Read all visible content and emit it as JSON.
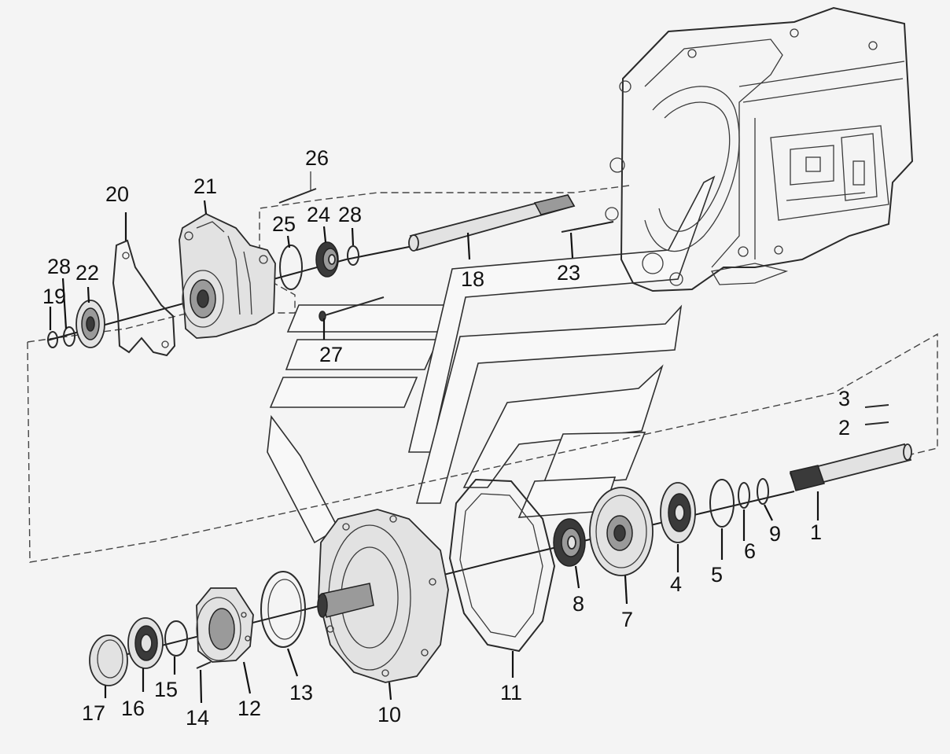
{
  "diagram": {
    "callouts": [
      {
        "id": "1",
        "label": "1"
      },
      {
        "id": "2",
        "label": "2"
      },
      {
        "id": "3",
        "label": "3"
      },
      {
        "id": "4",
        "label": "4"
      },
      {
        "id": "5",
        "label": "5"
      },
      {
        "id": "6",
        "label": "6"
      },
      {
        "id": "7",
        "label": "7"
      },
      {
        "id": "8",
        "label": "8"
      },
      {
        "id": "9",
        "label": "9"
      },
      {
        "id": "10",
        "label": "10"
      },
      {
        "id": "11",
        "label": "11"
      },
      {
        "id": "12",
        "label": "12"
      },
      {
        "id": "13",
        "label": "13"
      },
      {
        "id": "14",
        "label": "14"
      },
      {
        "id": "15",
        "label": "15"
      },
      {
        "id": "16",
        "label": "16"
      },
      {
        "id": "17",
        "label": "17"
      },
      {
        "id": "18",
        "label": "18"
      },
      {
        "id": "19",
        "label": "19"
      },
      {
        "id": "20",
        "label": "20"
      },
      {
        "id": "21",
        "label": "21"
      },
      {
        "id": "22",
        "label": "22"
      },
      {
        "id": "23",
        "label": "23"
      },
      {
        "id": "24",
        "label": "24"
      },
      {
        "id": "25",
        "label": "25"
      },
      {
        "id": "26",
        "label": "26"
      },
      {
        "id": "27",
        "label": "27"
      },
      {
        "id": "28a",
        "label": "28"
      },
      {
        "id": "28b",
        "label": "28"
      }
    ]
  }
}
